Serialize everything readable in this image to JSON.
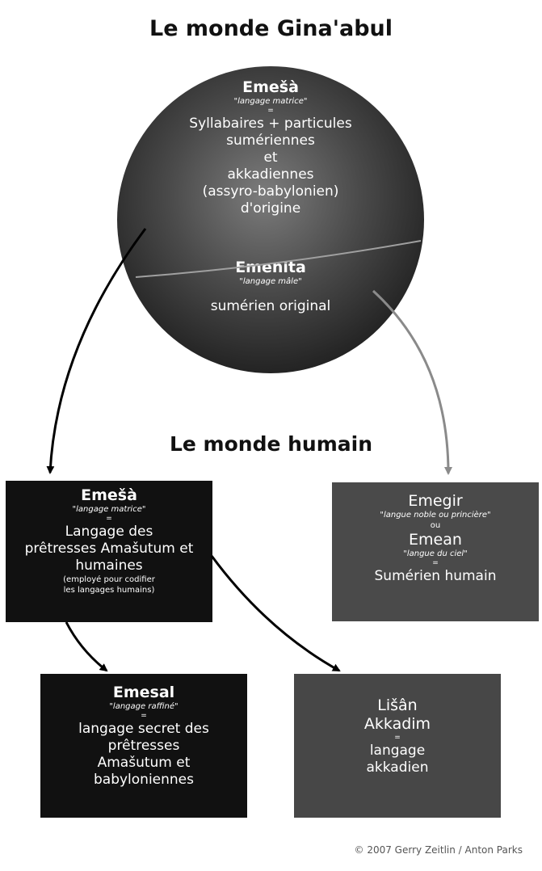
{
  "titles": {
    "main": "Le monde Gina'abul",
    "human": "Le monde humain"
  },
  "sphere": {
    "top": {
      "heading": "Emešà",
      "subtitle": "\"langage matrice\"",
      "equals": "=",
      "lines": [
        "Syllabaires + particules",
        "sumériennes",
        "et",
        "akkadiennes",
        "(assyro-babylonien)",
        "d'origine"
      ]
    },
    "bottom": {
      "heading": "Emenita",
      "subtitle": "\"langage mâle\"",
      "body": "sumérien original"
    }
  },
  "boxes": {
    "emesa": {
      "heading": "Emešà",
      "subtitle": "\"langage matrice\"",
      "equals": "=",
      "lines": [
        "Langage des",
        "prêtresses Amašutum et",
        "humaines"
      ],
      "notes": [
        "(employé pour codifier",
        "les langages humains)"
      ]
    },
    "emegir": {
      "heading": "Emegir",
      "subtitle": "\"langue noble ou princière\"",
      "or": "ou",
      "heading2": "Emean",
      "subtitle2": "\"langue du ciel\"",
      "equals": "=",
      "body": "Sumérien humain"
    },
    "emesal": {
      "heading": "Emesal",
      "subtitle": "\"langage raffiné\"",
      "equals": "=",
      "lines": [
        "langage secret des",
        "prêtresses",
        "Amašutum et",
        "babyloniennes"
      ]
    },
    "lisan": {
      "heading_lines": [
        "Lišân",
        "Akkadim"
      ],
      "equals": "=",
      "lines": [
        "langage",
        "akkadien"
      ]
    }
  },
  "copyright": "© 2007 Gerry Zeitlin / Anton Parks",
  "colors": {
    "dark_box": "#111111",
    "grey_box": "#4a4a4a",
    "arrow_black": "#000000",
    "arrow_grey": "#8a8a8a"
  }
}
